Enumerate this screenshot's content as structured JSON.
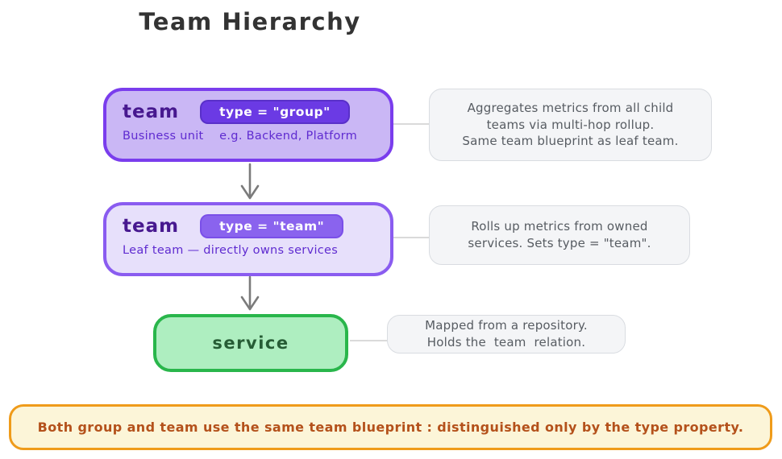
{
  "title": "Team Hierarchy",
  "diagram": {
    "nodes": [
      {
        "label": "team",
        "badge": "type = \"group\"",
        "subtitle": "Business unit    e.g. Backend, Platform",
        "callout": "Aggregates metrics from all child\nteams via multi-hop rollup.\nSame team blueprint as leaf team."
      },
      {
        "label": "team",
        "badge": "type = \"team\"",
        "subtitle": "Leaf team — directly owns services",
        "callout": "Rolls up metrics from owned\nservices. Sets type = \"team\"."
      },
      {
        "label": "service",
        "callout": "Mapped from a repository.\nHolds the  team  relation."
      }
    ],
    "note": "Both group and team use the same team blueprint : distinguished only by the type property."
  },
  "colors": {
    "group_node_fill": "#cab7f5",
    "group_node_border": "#7a3ded",
    "group_badge_fill": "#6b3ae4",
    "leaf_node_fill": "#e7e0fb",
    "leaf_node_border": "#8a5cf0",
    "leaf_badge_fill": "#8a63ee",
    "node_label_text": "#47188f",
    "node_subtitle_text": "#5f2bd0",
    "service_fill": "#aeeec0",
    "service_border": "#29b64b",
    "service_text": "#265c35",
    "callout_fill": "#f4f5f7",
    "callout_border": "#d9dce1",
    "callout_text": "#575c62",
    "note_fill": "#fcf5d8",
    "note_border": "#ef9b1a",
    "note_text": "#b4511b",
    "arrow": "#7b7b7b",
    "title_text": "#333333"
  }
}
